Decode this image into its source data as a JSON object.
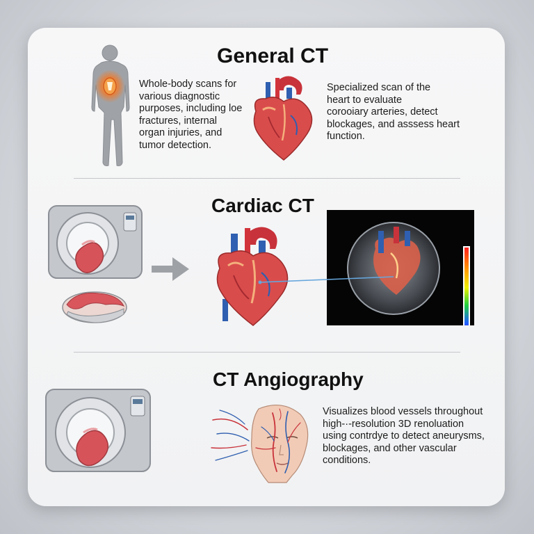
{
  "sections": [
    {
      "title": "General CT",
      "description": "Whole-body scans for\nvarious diagnostic\npurposes, including loe\nfractures, internal\norgan injuries, and\ntumor detection."
    },
    {
      "title": "Cardiac CT",
      "description": "Specialized scan of the\nheart to evaluate\ncorooiary arteries, detect\nblockages, and asssess heart\nfunction."
    },
    {
      "title": "CT Angiography",
      "description": "Visualizes blood vessels throughout\nhigh-·-resolution 3D renoluation\nusing contrdye to detect aneurysms,\nblockages, and other vascular\nconditions."
    }
  ],
  "icons": [
    "human-body-icon",
    "heart-icon",
    "ct-scanner-icon",
    "arrow-right-icon",
    "heart-scan-image",
    "head-vessels-icon"
  ],
  "colors": {
    "background": "#d3d6db",
    "card": "#f4f4f5",
    "heart_red": "#c8323a",
    "vessel_blue": "#2f5fb0",
    "scanner_gray": "#a9acb2"
  }
}
